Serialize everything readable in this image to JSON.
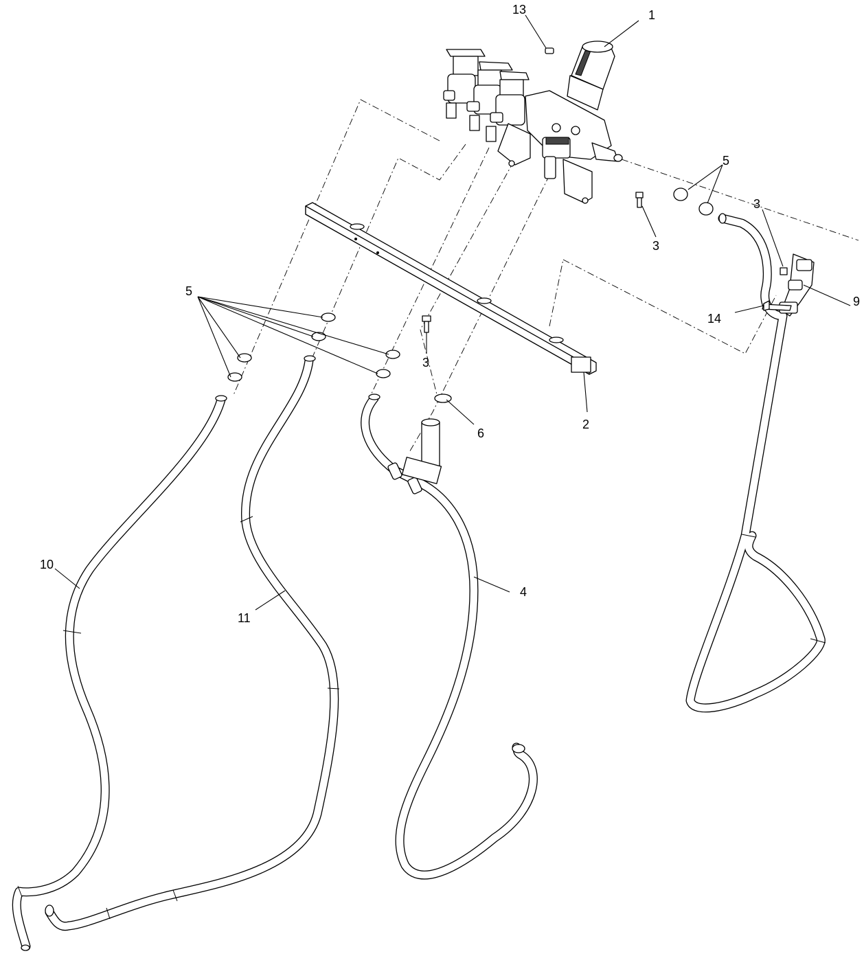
{
  "callouts": {
    "c1": "1",
    "c2": "2",
    "c3a": "3",
    "c3b": "3",
    "c3c": "3",
    "c4": "4",
    "c5a": "5",
    "c5b": "5",
    "c6": "6",
    "c9": "9",
    "c10": "10",
    "c11": "11",
    "c13": "13",
    "c14": "14"
  }
}
